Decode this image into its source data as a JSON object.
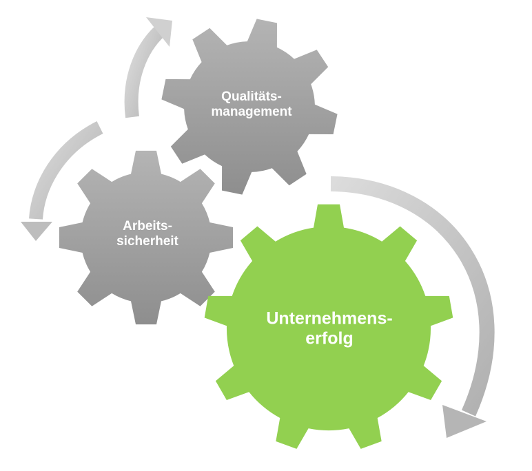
{
  "gears": [
    {
      "id": "quality",
      "line1": "Qualitäts-",
      "line2": "management",
      "color": "#a3a3a3"
    },
    {
      "id": "safety",
      "line1": "Arbeits-",
      "line2": "sicherheit",
      "color": "#a3a3a3"
    },
    {
      "id": "success",
      "line1": "Unternehmens-",
      "line2": "erfolg",
      "color": "#92D050"
    }
  ],
  "arrow_color": "#c8c8c8"
}
